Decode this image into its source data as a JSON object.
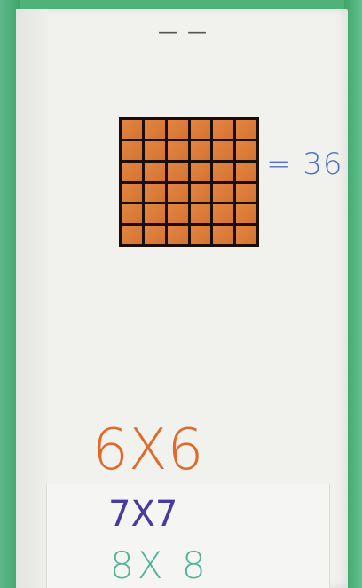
{
  "photo": {
    "top_mark": "— —",
    "grid": {
      "rows": 6,
      "cols": 6,
      "cell_color": "#e07a33",
      "line_color": "#1b0e08"
    },
    "equation": {
      "text": "= 36",
      "color": "#4d6fc4"
    },
    "multiplications": [
      {
        "text": "6X6",
        "color": "#e06a2a"
      },
      {
        "text": "7X7",
        "color": "#4a3a9e"
      },
      {
        "text": "8X 8",
        "color": "#55b39c"
      }
    ]
  }
}
